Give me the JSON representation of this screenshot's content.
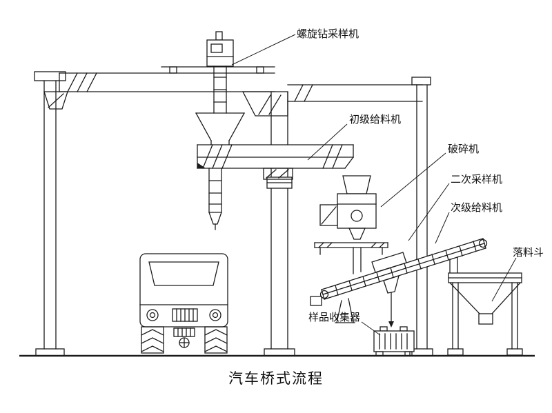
{
  "page": {
    "background": "#ffffff",
    "line_color": "#1b1b1b"
  },
  "diagram": {
    "title": "汽车桥式流程",
    "labels": {
      "auger_sampler": "螺旋钻采样机",
      "primary_feeder": "初级给料机",
      "crusher": "破碎机",
      "secondary_sampler": "二次采样机",
      "secondary_feeder": "次级给料机",
      "drop_hopper": "落料斗",
      "sample_collector": "样品收集器"
    }
  }
}
